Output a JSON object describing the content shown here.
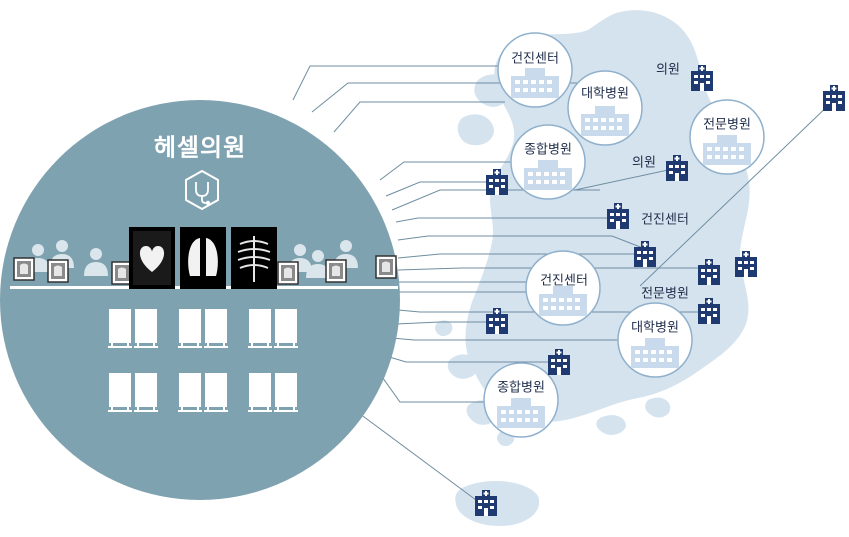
{
  "center": {
    "title": "헤셀의원",
    "colors": {
      "circle": "#7fa2b0",
      "map": "#d5e3ef",
      "lines": "#6f8ea0",
      "hospital_icon": "#1f3a70",
      "node_border": "#8fb0cc"
    },
    "icons": [
      "stethoscope-icon",
      "heart-xray-icon",
      "lung-xray-icon",
      "chest-xray-icon",
      "doctor-icon",
      "monitor-icon"
    ]
  },
  "facilities": {
    "health_center_1": "건진센터",
    "university_1": "대학병원",
    "clinic_1": "의원",
    "specialty_1": "전문병원",
    "general_1": "종합병원",
    "clinic_2": "의원",
    "health_center_2": "건진센터",
    "health_center_3": "건진센터",
    "specialty_2": "전문병원",
    "university_2": "대학병원",
    "general_2": "종합병원"
  }
}
